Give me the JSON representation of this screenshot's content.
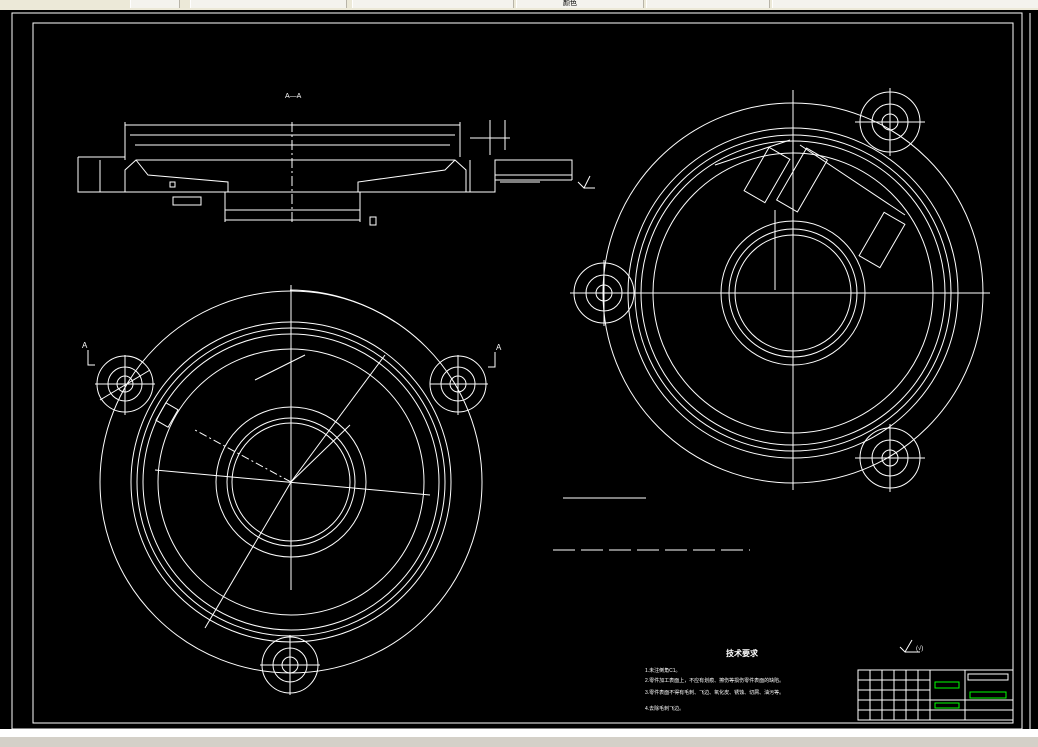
{
  "toolbar": {
    "segments": [
      {
        "label": ""
      },
      {
        "label": ""
      },
      {
        "label": ""
      },
      {
        "label": "颜色"
      },
      {
        "label": ""
      },
      {
        "label": ""
      }
    ]
  },
  "drawing": {
    "section_label": "A—A",
    "section_mark_left": "A",
    "section_mark_right": "A",
    "tech_title": "技术要求",
    "tech_notes": [
      "1.未注倒角C1。",
      "2.零件加工表面上，不应有划痕、擦伤等损伤零件表面的缺陷。",
      "3.零件表面不得有毛刺、飞边、氧化皮、锈蚀、切屑、油污等。",
      "4.去除毛刺飞边。"
    ],
    "roughness_note": "(√)",
    "title_block": {
      "part_name": "",
      "material": ""
    }
  },
  "status": {
    "coords": ""
  }
}
